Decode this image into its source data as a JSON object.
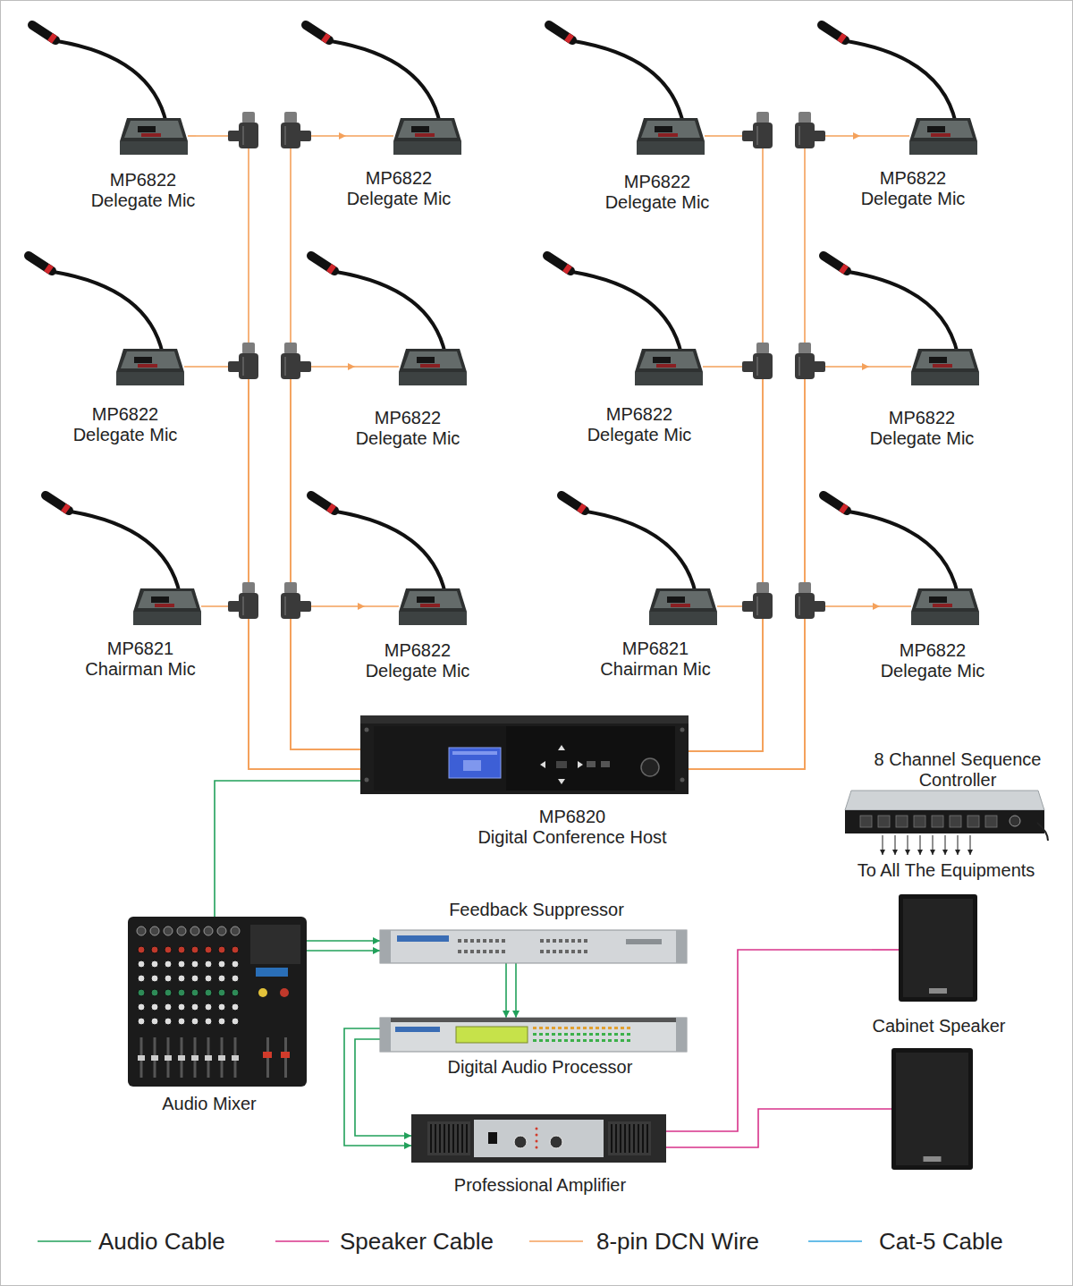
{
  "diagram": {
    "nodes": [
      {
        "text": [
          "MP6822",
          "Delegate Mic"
        ]
      },
      {
        "text": [
          "MP6822",
          "Delegate Mic"
        ]
      },
      {
        "text": [
          "MP6822",
          "Delegate Mic"
        ]
      },
      {
        "text": [
          "MP6822",
          "Delegate Mic"
        ]
      },
      {
        "text": [
          "MP6822",
          "Delegate Mic"
        ]
      },
      {
        "text": [
          "MP6822",
          "Delegate Mic"
        ]
      },
      {
        "text": [
          "MP6822",
          "Delegate Mic"
        ]
      },
      {
        "text": [
          "MP6822",
          "Delegate Mic"
        ]
      },
      {
        "text": [
          "MP6821",
          "Chairman Mic"
        ]
      },
      {
        "text": [
          "MP6822",
          "Delegate Mic"
        ]
      },
      {
        "text": [
          "MP6821",
          "Chairman Mic"
        ]
      },
      {
        "text": [
          "MP6822",
          "Delegate Mic"
        ]
      },
      {
        "text": [
          "MP6820",
          "Digital Conference Host"
        ]
      },
      {
        "text": [
          "8 Channel Sequence Controller"
        ]
      },
      {
        "text": [
          "Feedback Suppressor"
        ]
      },
      {
        "text": [
          "Cabinet Speaker"
        ]
      },
      {
        "text": [
          "Audio Mixer"
        ]
      },
      {
        "text": [
          "Digital Audio Processor"
        ]
      },
      {
        "text": [
          "Professional Amplifier"
        ]
      }
    ],
    "edges": [
      {
        "from": 12,
        "to": 0,
        "arrow": "none"
      },
      {
        "from": 12,
        "to": 1,
        "arrow": "to"
      },
      {
        "from": 12,
        "to": 2,
        "arrow": "none"
      },
      {
        "from": 12,
        "to": 3,
        "arrow": "to"
      },
      {
        "from": 12,
        "to": 4,
        "arrow": "none"
      },
      {
        "from": 12,
        "to": 5,
        "arrow": "to"
      },
      {
        "from": 12,
        "to": 6,
        "arrow": "none"
      },
      {
        "from": 12,
        "to": 7,
        "arrow": "to"
      },
      {
        "from": 12,
        "to": 8,
        "arrow": "none"
      },
      {
        "from": 12,
        "to": 9,
        "arrow": "to"
      },
      {
        "from": 12,
        "to": 10,
        "arrow": "none"
      },
      {
        "from": 12,
        "to": 11,
        "arrow": "to"
      },
      {
        "from": 12,
        "to": 16,
        "arrow": "none"
      },
      {
        "from": 16,
        "to": 14,
        "arrow": "to"
      },
      {
        "from": 16,
        "to": 14,
        "arrow": "to"
      },
      {
        "from": 14,
        "to": 17,
        "arrow": "to"
      },
      {
        "from": 14,
        "to": 17,
        "arrow": "to"
      },
      {
        "from": 17,
        "to": 18,
        "arrow": "to"
      },
      {
        "from": 17,
        "to": 18,
        "arrow": "to"
      },
      {
        "from": 18,
        "to": 15,
        "arrow": "none"
      }
    ],
    "labels": [
      "To All The Equipments"
    ],
    "legend": [
      {
        "text": "Audio Cable"
      },
      {
        "text": "Speaker Cable"
      },
      {
        "text": "8-pin DCN Wire"
      },
      {
        "text": "Cat-5 Cable"
      }
    ]
  }
}
